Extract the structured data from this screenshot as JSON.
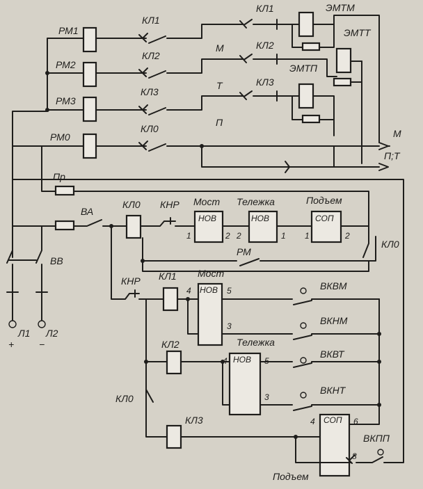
{
  "labels": {
    "rm1": "РМ1",
    "rm2": "РМ2",
    "rm3": "РМ3",
    "rm0": "РМ0",
    "rm": "РМ",
    "kl0": "КЛ0",
    "kl1": "КЛ1",
    "kl2": "КЛ2",
    "kl3": "КЛ3",
    "m": "М",
    "t": "Т",
    "p": "П",
    "pt": "П;Т",
    "emtm": "ЭМТМ",
    "emtt": "ЭМТТ",
    "emtp": "ЭМТП",
    "pr": "Пр",
    "va": "ВА",
    "knr": "КНР",
    "vv": "ВВ",
    "most": "Мост",
    "telezhka": "Тележка",
    "podem": "Подъем",
    "now": "НОВ",
    "sop": "СОП",
    "vkvm": "ВКВМ",
    "vknm": "ВКНМ",
    "vkvt": "ВКВТ",
    "vknt": "ВКНТ",
    "vkpp": "ВКПП",
    "l1": "Л1",
    "l2": "Л2",
    "plus": "+",
    "minus": "−",
    "n1": "1",
    "n2": "2",
    "n3": "3",
    "n4": "4",
    "n5": "5",
    "n6": "6",
    "n8": "8"
  }
}
